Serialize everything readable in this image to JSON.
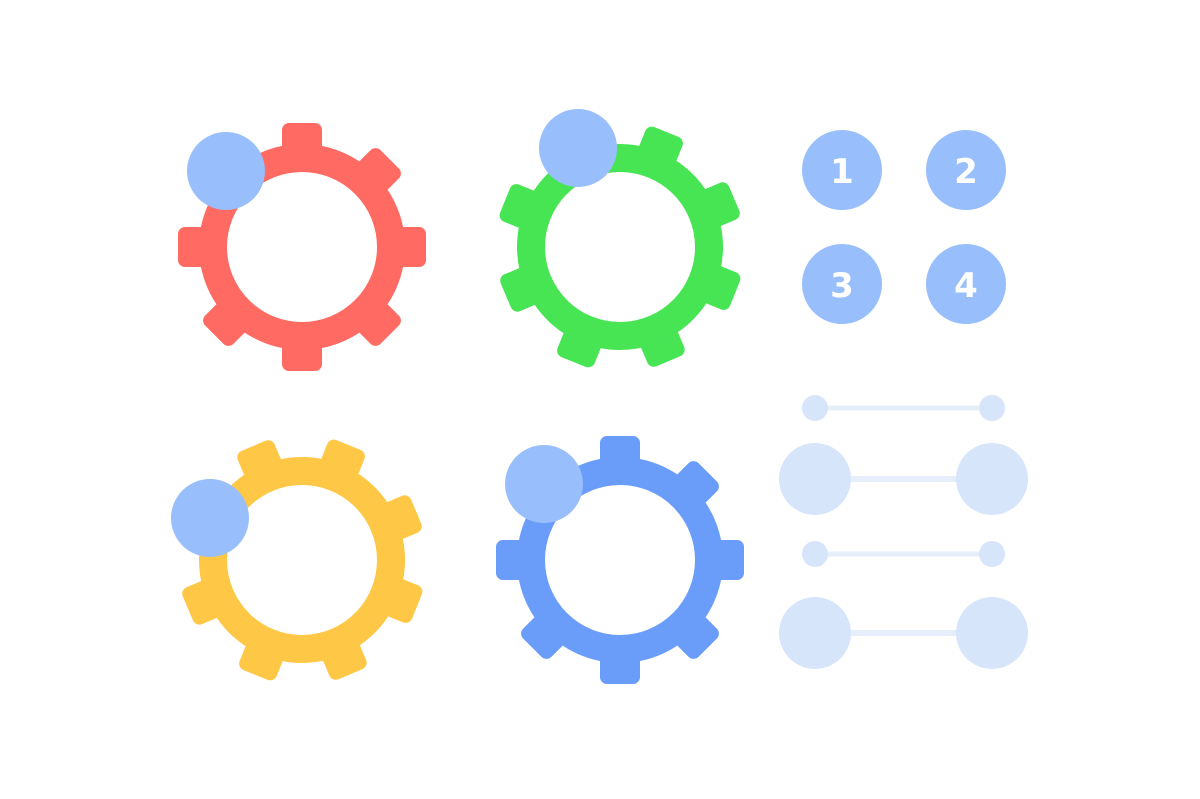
{
  "canvas": {
    "background": "#ffffff"
  },
  "gears": [
    {
      "name": "red-gear-icon",
      "color": "#ff6a63",
      "rotation_deg": 0
    },
    {
      "name": "green-gear-icon",
      "color": "#47e454",
      "rotation_deg": 22
    },
    {
      "name": "yellow-gear-icon",
      "color": "#fec846",
      "rotation_deg": 22
    },
    {
      "name": "blue-gear-icon",
      "color": "#6a9cfa",
      "rotation_deg": 0
    }
  ],
  "accent_dot_color": "#98bffb",
  "steps": {
    "color": "#98bffb",
    "label_color": "#ffffff",
    "labels": [
      "1",
      "2",
      "3",
      "4"
    ]
  },
  "connectors": {
    "color": "#d7e5fb",
    "line_color": "#e6eefb",
    "rows": 4
  }
}
